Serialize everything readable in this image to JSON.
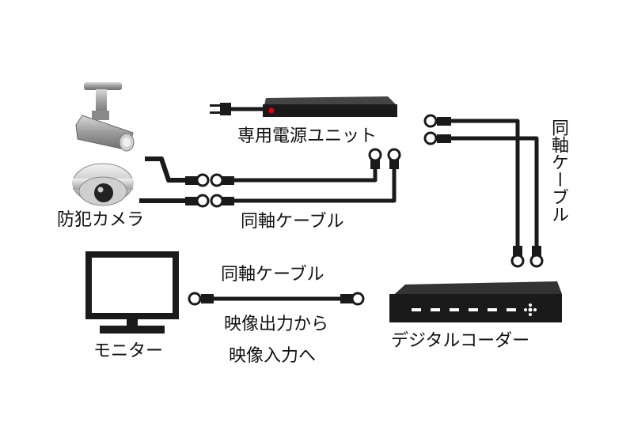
{
  "labels": {
    "power_unit": "専用電源ユニット",
    "camera": "防犯カメラ",
    "coax_camera": "同軸ケーブル",
    "coax_vertical": "同軸ケーブル",
    "coax_monitor": "同軸ケーブル",
    "monitor": "モニター",
    "recorder": "デジタルコーダー",
    "video_out": "映像出力から",
    "video_in": "映像入力へ"
  },
  "colors": {
    "device": "#1a1a1a",
    "cable": "#1a1a1a",
    "power_led": "#e60012",
    "camera_body": "#a9a9a9",
    "recorder_slot": "#ffffff"
  },
  "icons": [
    "security-camera-icon",
    "dome-camera-icon",
    "power-unit-icon",
    "monitor-icon",
    "recorder-icon",
    "coax-connector-icon",
    "power-plug-icon"
  ]
}
